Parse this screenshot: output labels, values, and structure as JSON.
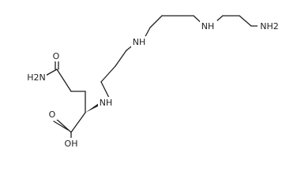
{
  "structure": {
    "atoms": {
      "amide_o": "O",
      "amide_nh2": "H2N",
      "alpha_nh": "NH",
      "chain_nh_1": "NH",
      "chain_nh_2": "NH",
      "terminal_nh2": "NH2",
      "acid_o": "O",
      "acid_oh": "OH"
    }
  }
}
